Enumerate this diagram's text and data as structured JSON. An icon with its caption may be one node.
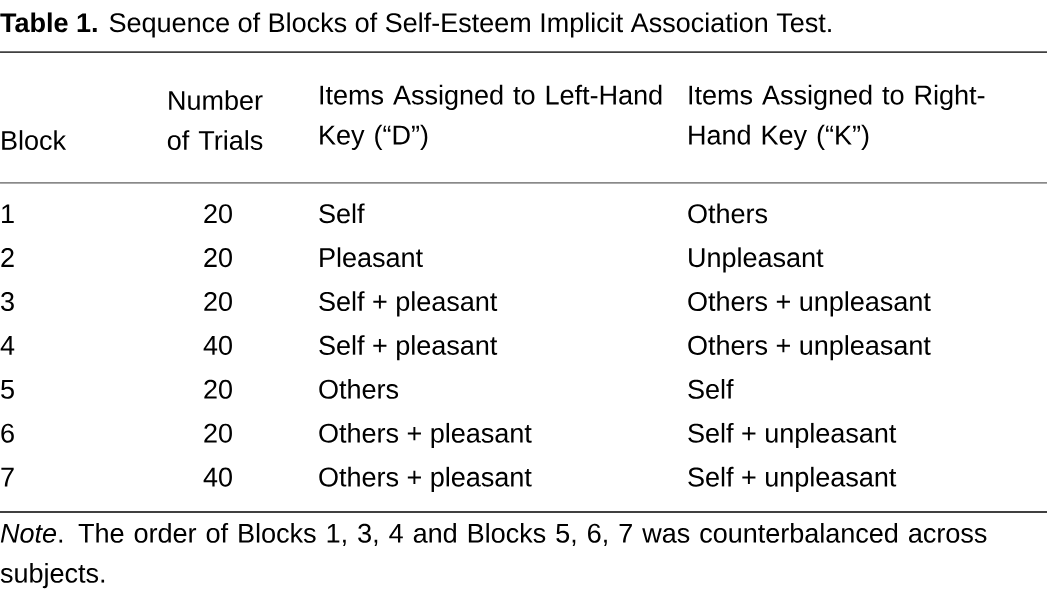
{
  "diagram": {
    "title": "**Table 1.** Sequence of Blocks of Self-Esteem Implicit Association Test.",
    "caption": "*Note*. The order of Blocks 1, 3, 4 and Blocks 5, 6, 7 was counterbalanced across subjects.",
    "labels": [
      "Block",
      "Number of Trials",
      "Items Assigned to Left-Hand Key (“D”)",
      "Items Assigned to Right-Hand Key (“K”)",
      "1",
      "20",
      "Self",
      "Others",
      "2",
      "20",
      "Pleasant",
      "Unpleasant",
      "3",
      "20",
      "Self + pleasant",
      "Others + unpleasant",
      "4",
      "40",
      "Self + pleasant",
      "Others + unpleasant",
      "5",
      "20",
      "Others",
      "Self",
      "6",
      "20",
      "Others + pleasant",
      "Self + unpleasant",
      "7",
      "40",
      "Others + pleasant",
      "Self + unpleasant"
    ]
  }
}
